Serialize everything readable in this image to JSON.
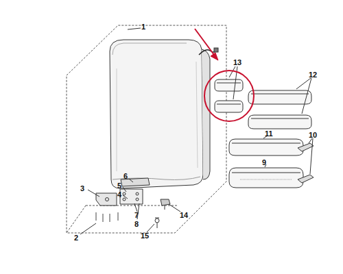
{
  "diagram": {
    "labels": [
      "1",
      "13",
      "12",
      "11",
      "10",
      "9",
      "6",
      "5",
      "4",
      "3",
      "7",
      "8",
      "14",
      "2",
      "15"
    ]
  }
}
